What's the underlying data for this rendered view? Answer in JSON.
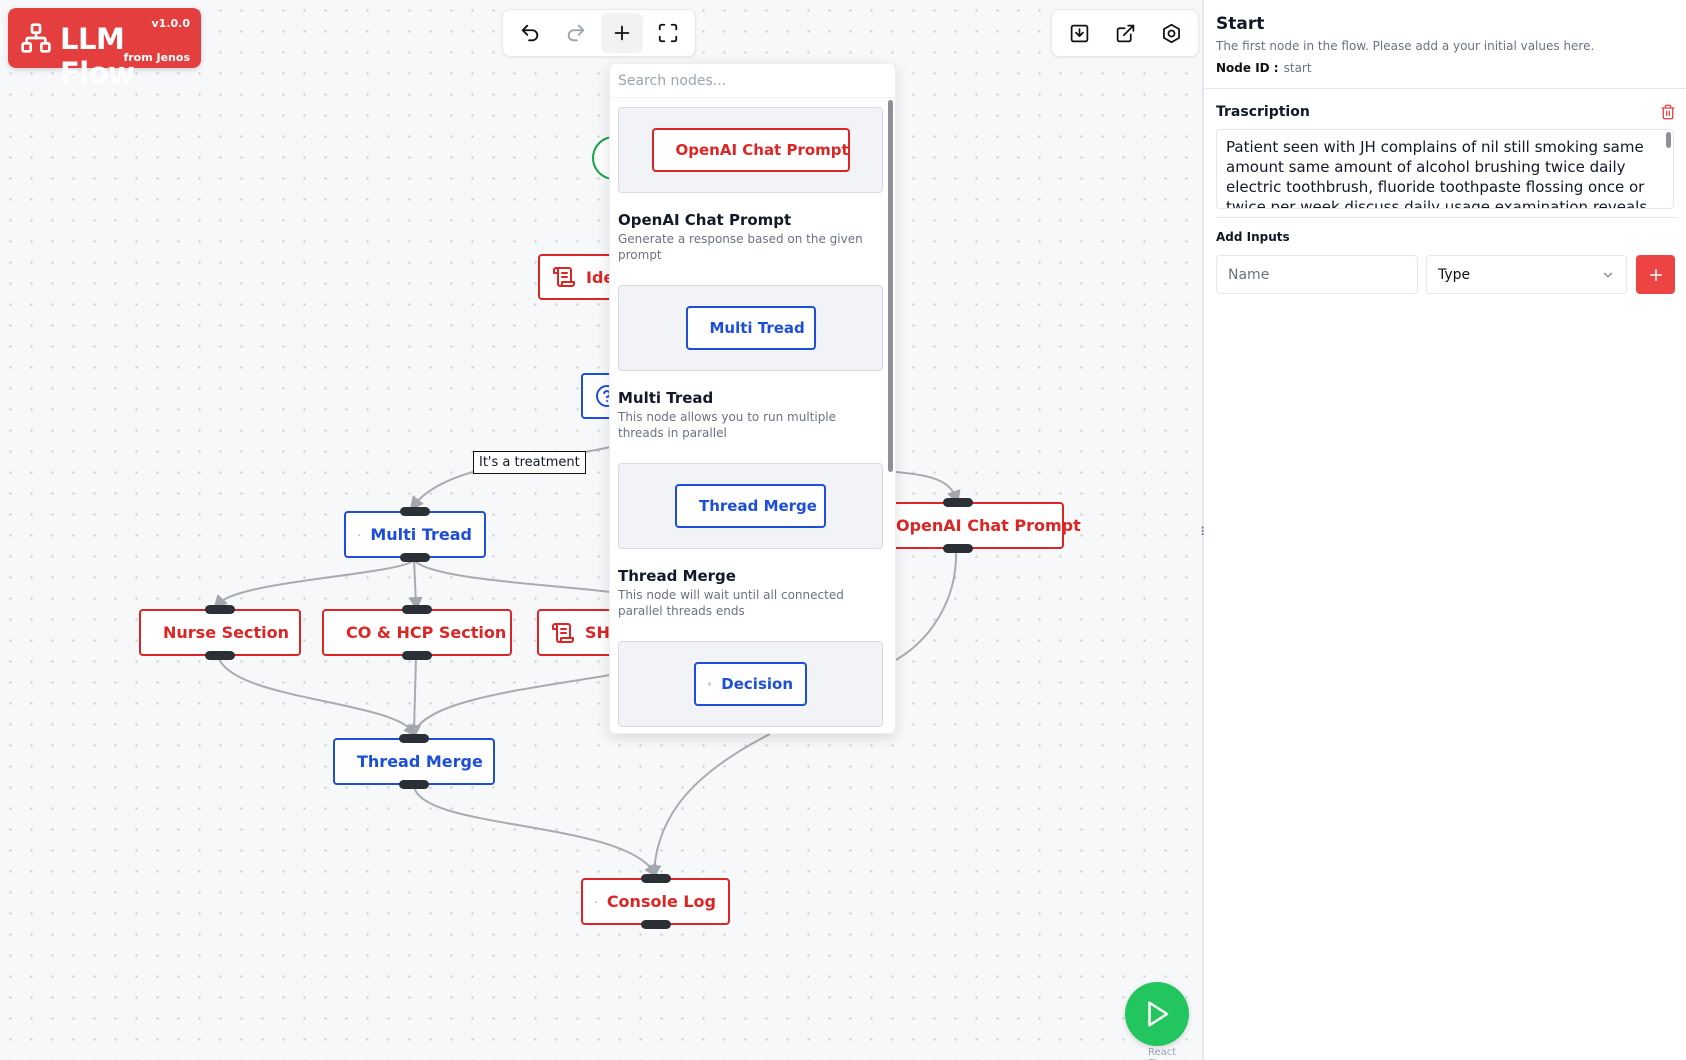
{
  "app": {
    "name": "LLM Flow",
    "version": "v1.0.0",
    "byline": "from Jenos"
  },
  "toolbar": {
    "undo_icon": "undo-icon",
    "redo_icon": "redo-icon",
    "add_icon": "plus-icon",
    "fullscreen_icon": "fullscreen-icon",
    "download_icon": "download-icon",
    "export_icon": "external-link-icon",
    "settings_icon": "settings-icon"
  },
  "canvas": {
    "nodes": {
      "ident": "Ide",
      "multi_thread": "Multi Tread",
      "nurse": "Nurse Section",
      "co_hcp": "CO & HCP Section",
      "shx": "SHX",
      "thread_merge": "Thread Merge",
      "console_log": "Console Log",
      "openai_right": "OpenAI Chat Prompt"
    },
    "edge_label": "It's a treatment",
    "attribution": "React Flow"
  },
  "picker": {
    "placeholder": "Search nodes...",
    "items": [
      {
        "card": "OpenAI Chat Prompt",
        "title": "OpenAI Chat Prompt",
        "desc": "Generate a response based on the given prompt"
      },
      {
        "card": "Multi Tread",
        "title": "Multi Tread",
        "desc": "This node allows you to run multiple threads in parallel"
      },
      {
        "card": "Thread Merge",
        "title": "Thread Merge",
        "desc": "This node will wait until all connected parallel threads ends"
      },
      {
        "card": "Decision"
      }
    ]
  },
  "panel": {
    "title": "Start",
    "description": "The first node in the flow. Please add a your initial values here.",
    "node_id_label": "Node ID :",
    "node_id_value": "start",
    "field_label": "Trascription",
    "field_value": "Patient seen with JH complains of nil still smoking same amount same amount of alcohol brushing twice daily electric toothbrush, fluoride toothpaste flossing once or twice per week discuss daily usage examination reveals TM L to have",
    "add_inputs_label": "Add Inputs",
    "name_placeholder": "Name",
    "type_value": "Type"
  },
  "colors": {
    "accent_red": "#dc2626",
    "accent_blue": "#1d4ed8",
    "run_green": "#22c55e"
  }
}
